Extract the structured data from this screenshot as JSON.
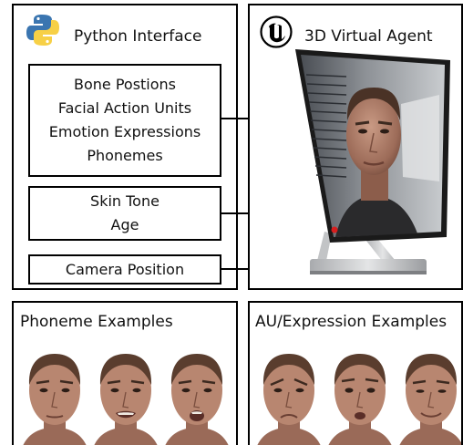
{
  "python_panel": {
    "title": "Python Interface",
    "icon": "python-logo-icon",
    "box1_lines": [
      "Bone Postions",
      "Facial Action Units",
      "Emotion Expressions",
      "Phonemes"
    ],
    "box2_lines": [
      "Skin Tone",
      "Age"
    ],
    "box3_lines": [
      "Camera Position"
    ]
  },
  "agent_panel": {
    "title": "3D Virtual Agent",
    "icon": "unreal-engine-logo-icon"
  },
  "phoneme_panel": {
    "title": "Phoneme Examples"
  },
  "au_panel": {
    "title": "AU/Expression Examples"
  },
  "colors": {
    "python_blue": "#3a75b0",
    "python_yellow": "#f7d046",
    "skin": "#b88670",
    "monitor_bezel": "#1a1a1a"
  }
}
